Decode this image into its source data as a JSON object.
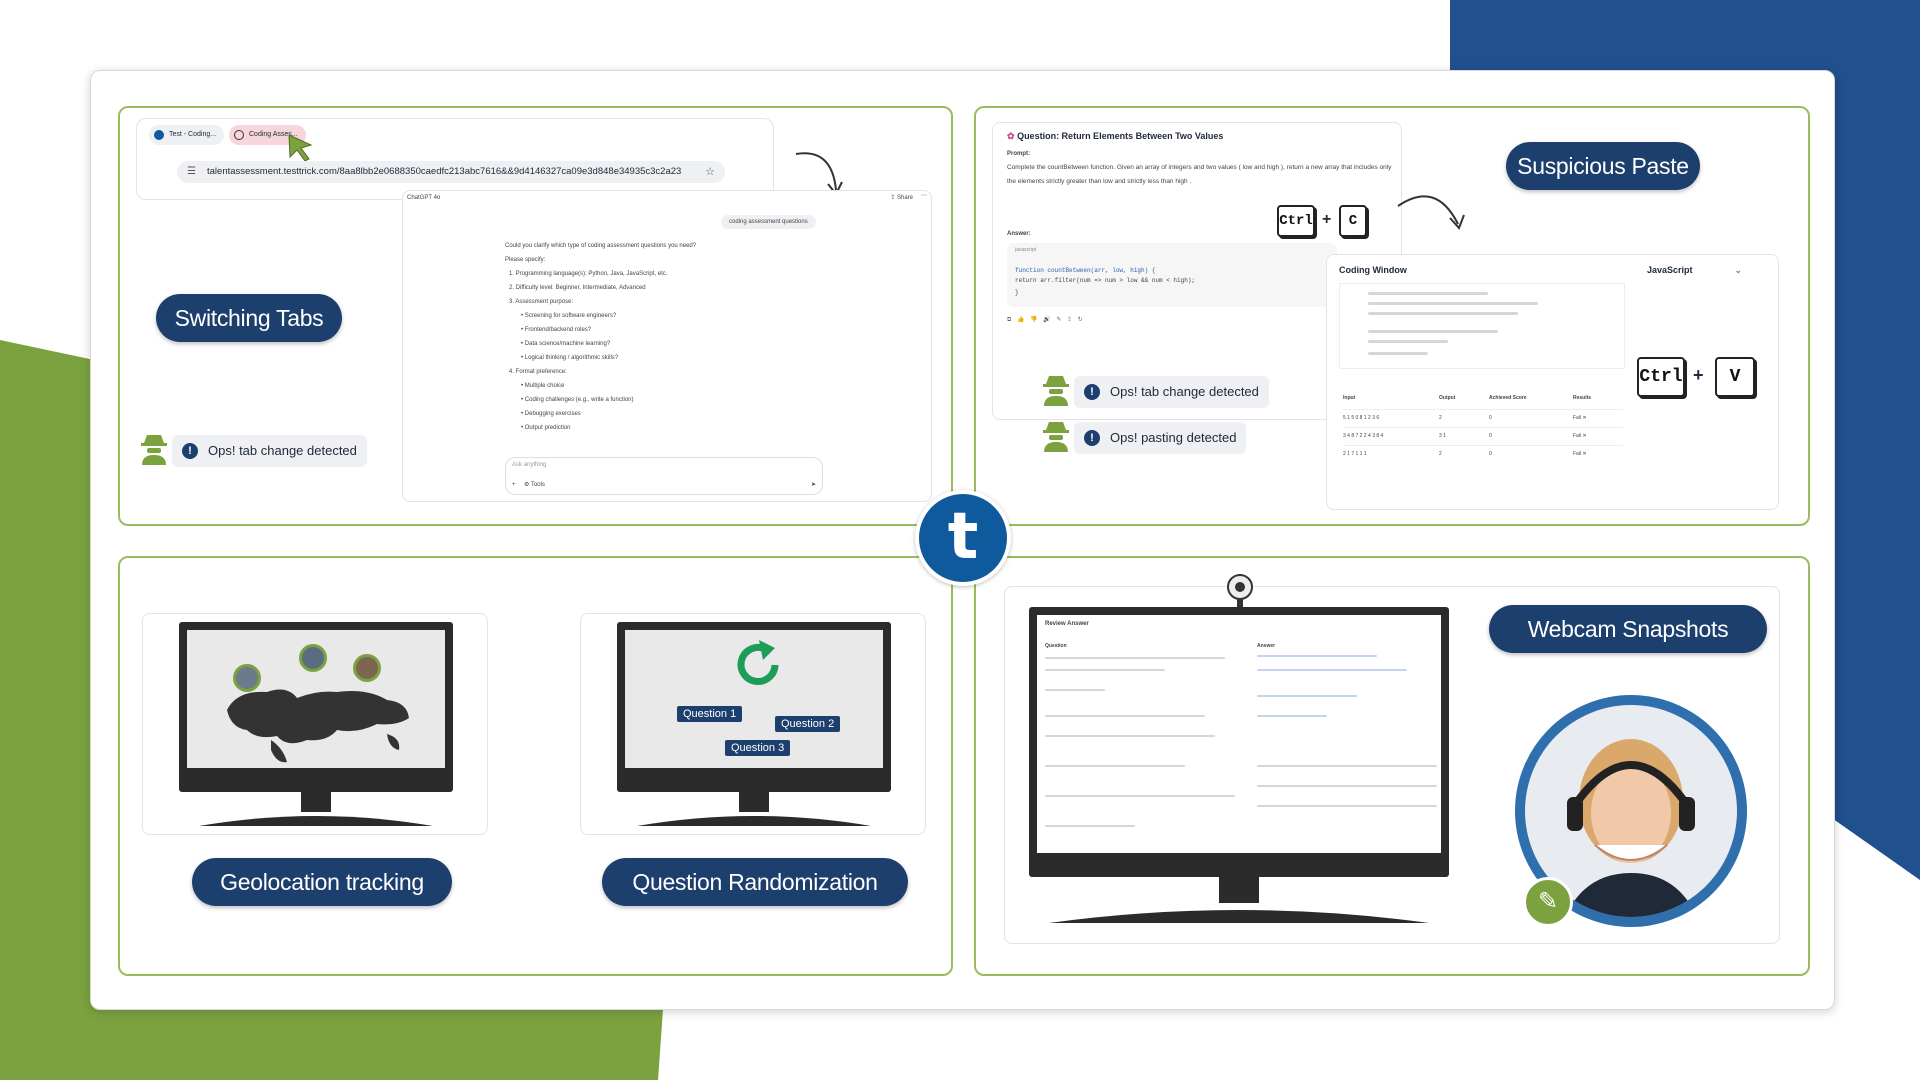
{
  "colors": {
    "brand_navy": "#1d3f6e",
    "accent_green": "#7ba23f",
    "accent_blue": "#21508f",
    "panel_border": "#9bbb5e"
  },
  "logo": {
    "letter": "t"
  },
  "switching": {
    "label": "Switching Tabs",
    "tab1": "Test - Coding...",
    "tab2": "Coding Asses...",
    "url": "talentassessment.testtrick.com/8aa8lbb2e0688350caedfc213abc7616&&9d4146327ca09e3d848e34935c3c2a23",
    "chat_model": "ChatGPT 4o",
    "share": "Share",
    "user_msg": "coding assessment questions",
    "reply_intro": "Could you clarify which type of coding assessment questions you need?",
    "please_specify": "Please specify:",
    "items": [
      "1. Programming language(s): Python, Java, JavaScript, etc.",
      "2. Difficulty level: Beginner, Intermediate, Advanced",
      "3. Assessment purpose:",
      "• Screening for software engineers?",
      "• Frontend/backend roles?",
      "• Data science/machine learning?",
      "• Logical thinking / algorithmic skills?",
      "4. Format preference:",
      "• Multiple choice",
      "• Coding challenges (e.g., write a function)",
      "• Debugging exercises",
      "• Output prediction"
    ],
    "ask": "Ask anything",
    "tools": "Tools",
    "alert": "Ops! tab change detected"
  },
  "paste": {
    "label": "Suspicious Paste",
    "question_title": "Question: Return Elements Between Two Values",
    "prompt_label": "Prompt:",
    "prompt_text": "Complete the countBetween function. Given an array of integers and two values ( low and high ), return a new array that includes only the elements strictly greater than low and strictly less than high .",
    "answer_label": "Answer:",
    "lang_small": "javascript",
    "code1": "function countBetween(arr, low, high) {",
    "code2": "  return arr.filter(num => num > low && num < high);",
    "code3": "}",
    "key_ctrl": "Ctrl",
    "key_c": "C",
    "key_v": "V",
    "plus": "+",
    "window_title": "Coding Window",
    "language": "JavaScript",
    "alert_tab": "Ops! tab change detected",
    "alert_paste": "Ops! pasting detected",
    "table_headers": [
      "Input",
      "Output",
      "Achieved Score",
      "Results"
    ],
    "table_rows": [
      [
        "5 1 5 0 8 1 2 3 6",
        "2",
        "0",
        "Fail ✕"
      ],
      [
        "3 4 8 7 2 2 4 3 8 4",
        "3 1",
        "0",
        "Fail ✕"
      ],
      [
        "2 1 7 1 1 1",
        "2",
        "0",
        "Fail ✕"
      ]
    ]
  },
  "geo": {
    "label": "Geolocation tracking"
  },
  "random": {
    "label": "Question Randomization",
    "q1": "Question 1",
    "q2": "Question 2",
    "q3": "Question 3"
  },
  "webcam": {
    "label": "Webcam Snapshots",
    "review_title": "Review Answer",
    "question_col": "Question",
    "answer_col": "Answer"
  }
}
